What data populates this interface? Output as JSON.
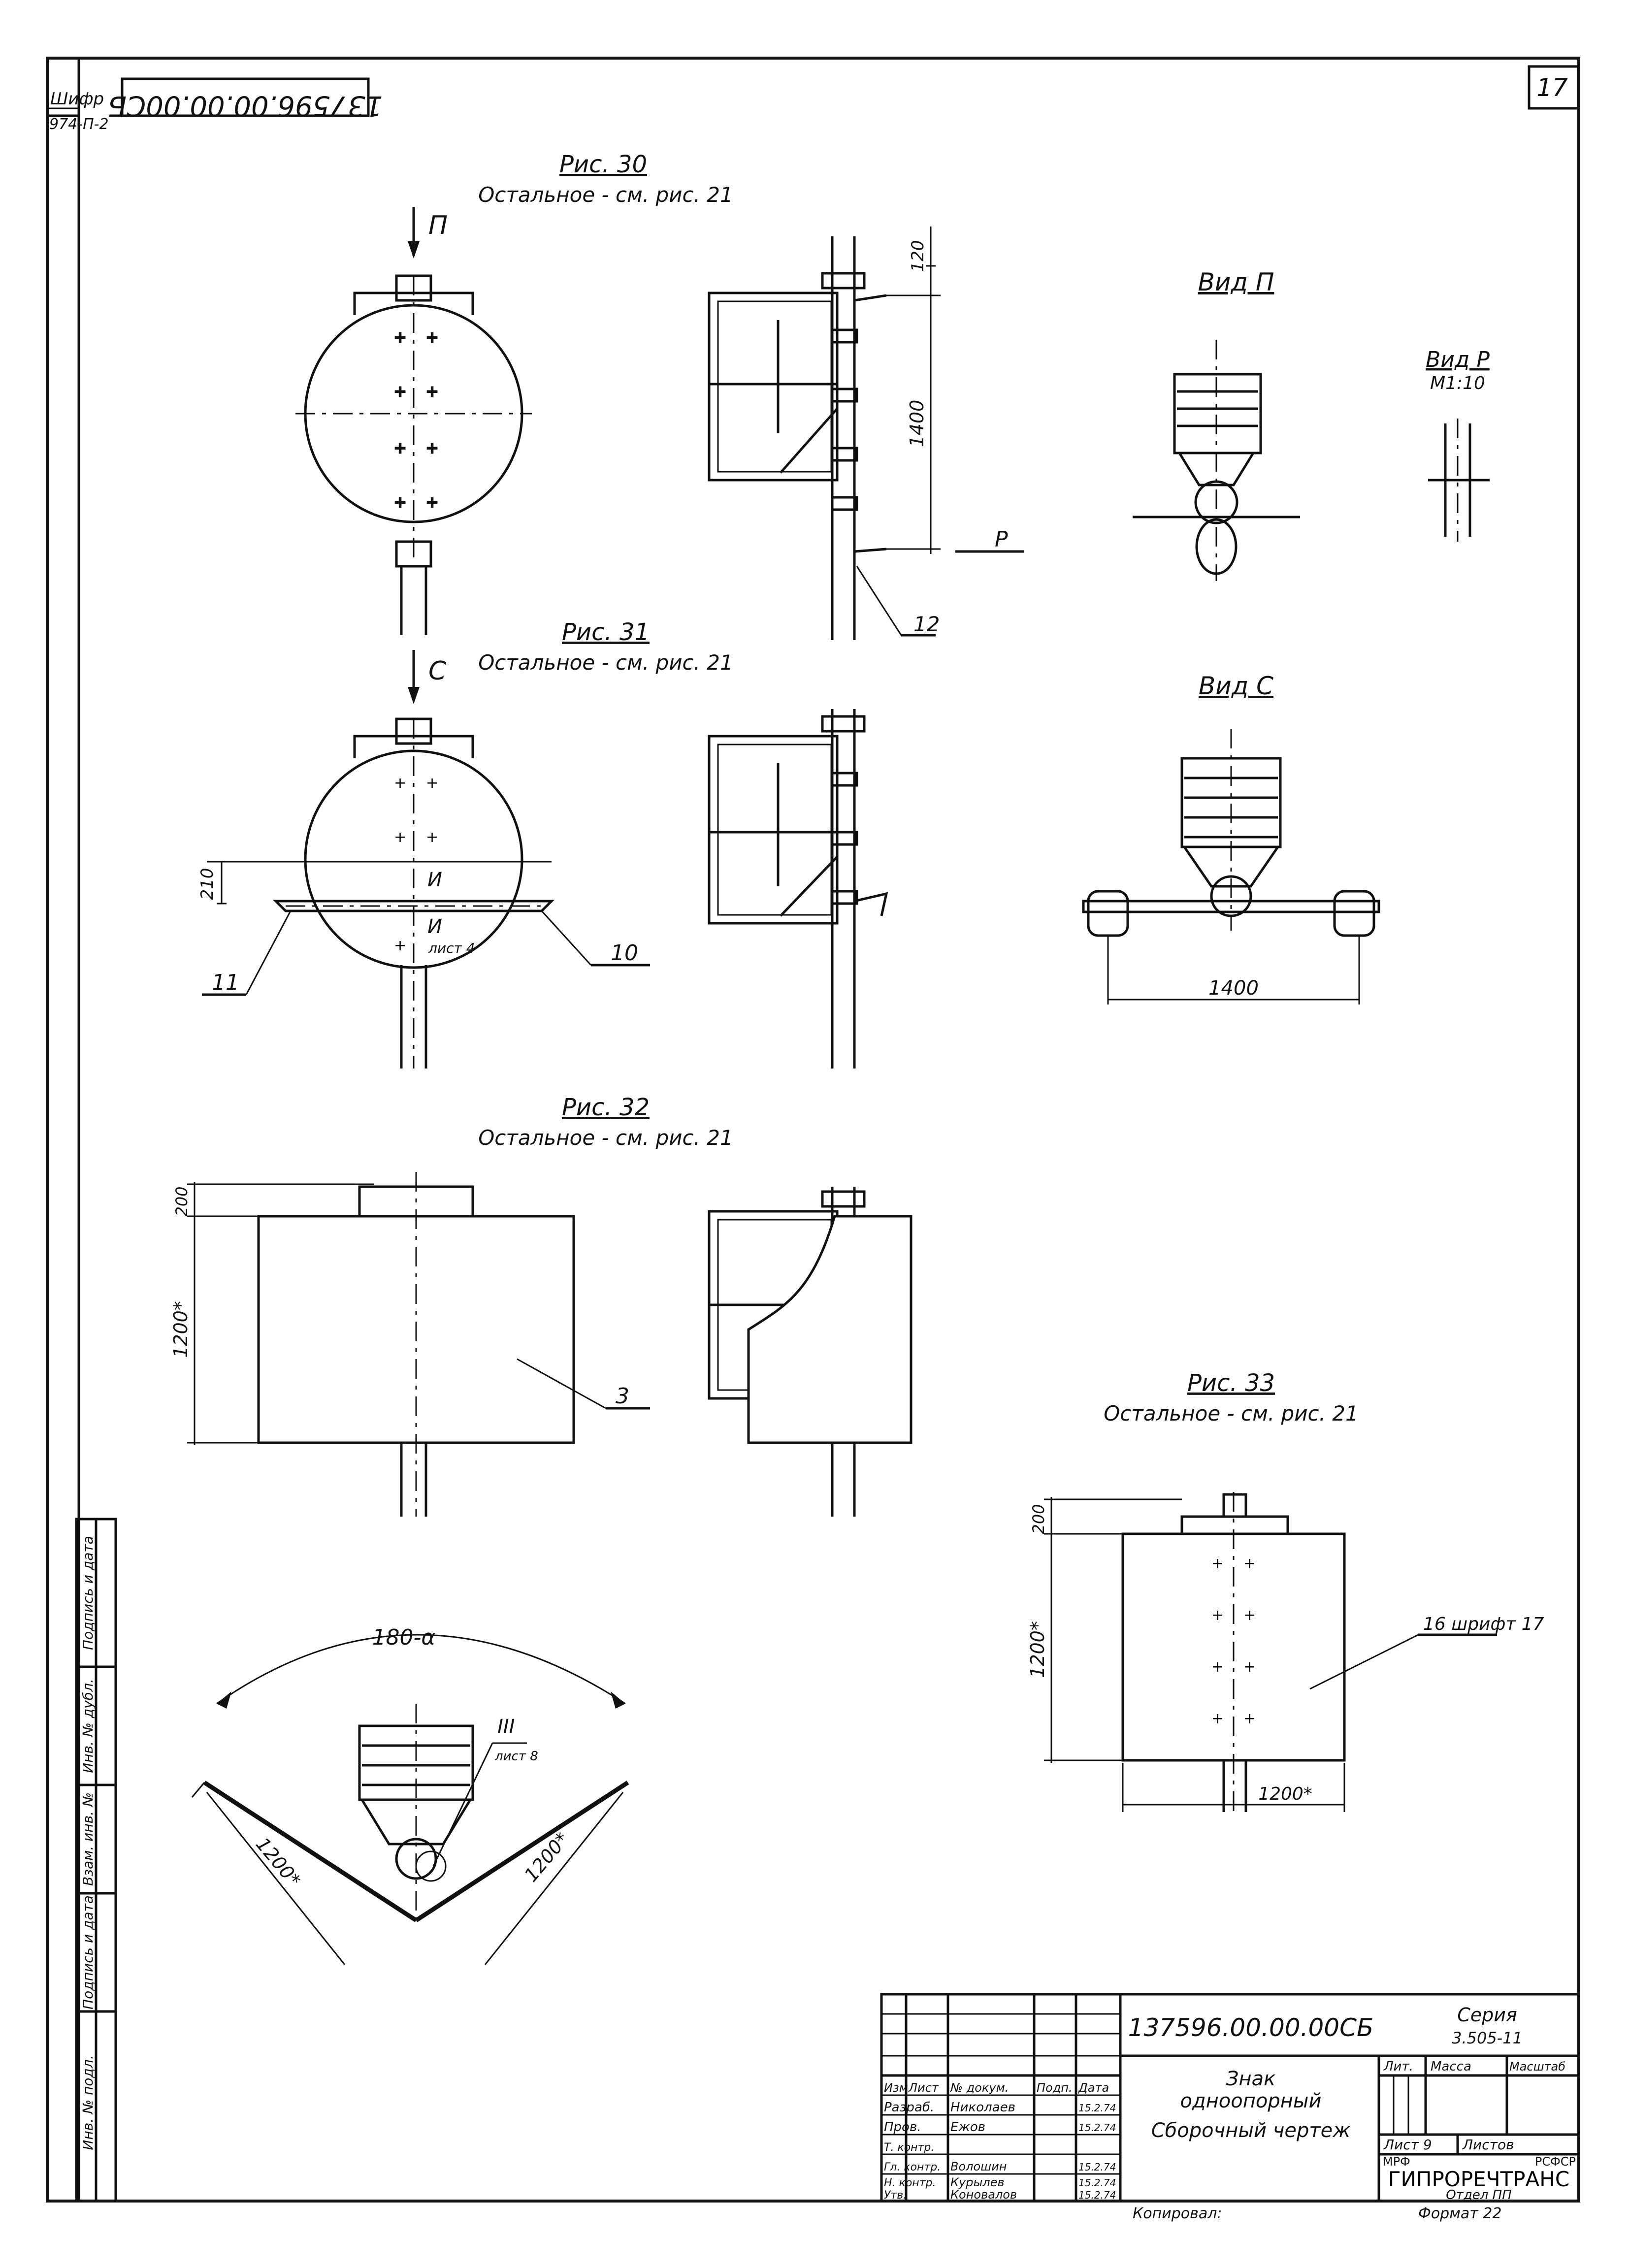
{
  "corner": {
    "cipher_label": "Шифр",
    "cipher_value": "974-П-2",
    "mirrored_code": "137596.00.00.00СБ",
    "page_number": "17"
  },
  "fig30": {
    "title": "Рис. 30",
    "note": "Остальное - см. рис. 21",
    "view_arrow": "П",
    "dim_top": "120",
    "dim_height": "1400",
    "section_mark": "Р",
    "callout": "12"
  },
  "view_p": {
    "title": "Вид П"
  },
  "view_r": {
    "title": "Вид Р",
    "scale": "М1:10"
  },
  "fig31": {
    "title": "Рис. 31",
    "note": "Остальное - см. рис. 21",
    "view_arrow": "С",
    "dim_offset": "210",
    "section_mark": "И",
    "section_sheet": "лист 4",
    "callout_left": "11",
    "callout_right": "10"
  },
  "view_c": {
    "title": "Вид С",
    "dim_width": "1400"
  },
  "fig32": {
    "title": "Рис. 32",
    "note": "Остальное - см. рис. 21",
    "dim_top": "200",
    "dim_height": "1200*",
    "callout": "3"
  },
  "fig33": {
    "title": "Рис. 33",
    "note": "Остальное - см. рис. 21",
    "dim_top": "200",
    "dim_height": "1200*",
    "dim_width": "1200*",
    "callout": "16 шрифт 17"
  },
  "angle_view": {
    "angle": "180-α",
    "detail": "III",
    "detail_sheet": "лист 8",
    "dim_left": "1200*",
    "dim_right": "1200*"
  },
  "side_stamp": [
    "Инв. № подл.",
    "Подпись и дата",
    "Взам. инв. №",
    "Инв. № дубл.",
    "Подпись и дата"
  ],
  "title_block": {
    "doc_code": "137596.00.00.00СБ",
    "series_label": "Серия",
    "series_value": "3.505-11",
    "name_line1": "Знак",
    "name_line2": "однoопорный",
    "name_line3": "Сборочный чертеж",
    "col_headers": [
      "Изм",
      "Лист",
      "№ докум.",
      "Подп.",
      "Дата"
    ],
    "rows": [
      {
        "role": "Разраб.",
        "name": "Николаев",
        "date": "15.2.74"
      },
      {
        "role": "Пров.",
        "name": "Ежов",
        "date": "15.2.74"
      },
      {
        "role": "Т. контр.",
        "name": "",
        "date": ""
      },
      {
        "role": "Гл. контр.",
        "name": "Волошин",
        "date": "15.2.74"
      },
      {
        "role": "Н. контр.",
        "name": "Курылев",
        "date": "15.2.74"
      },
      {
        "role": "Утв.",
        "name": "Коновалов",
        "date": "15.2.74"
      }
    ],
    "lit_label": "Лит.",
    "mass_label": "Масса",
    "scale_label": "Масштаб",
    "sheet_label": "Лист 9",
    "sheets_label": "Листов",
    "org_ministry": "МРФ",
    "org_republic": "РСФСР",
    "org_name": "ГИПРОРЕЧТРАНС",
    "org_dept": "Отдел ПП",
    "copied": "Копировал:",
    "format": "Формат 22"
  }
}
